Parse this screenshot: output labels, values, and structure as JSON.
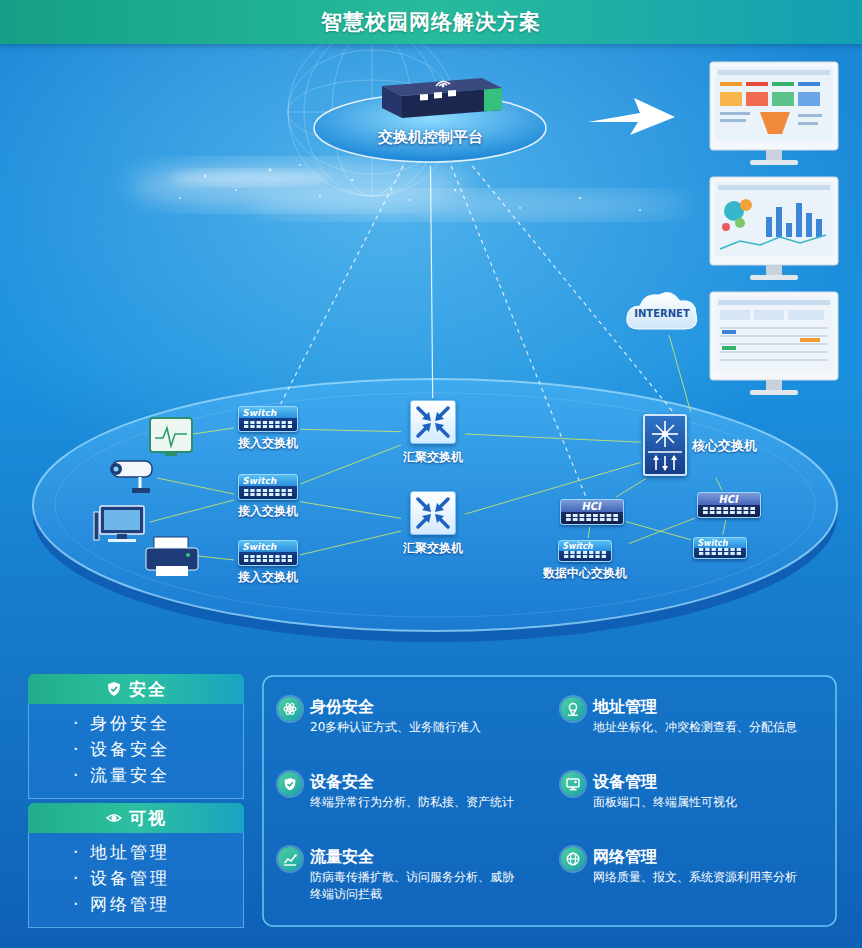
{
  "diagram": {
    "title": "智慧校园网络解决方案",
    "nodes": [
      {
        "text": [
          "交换机控制平台"
        ]
      },
      {
        "text": [
          "INTERNET"
        ]
      },
      {
        "text": [
          "Switch",
          "接入交换机"
        ]
      },
      {
        "text": [
          "汇聚交换机"
        ]
      },
      {
        "text": [
          "核心交换机"
        ]
      },
      {
        "text": [
          "Switch",
          "接入交换机"
        ]
      },
      {
        "text": [
          "汇聚交换机"
        ]
      },
      {
        "text": [
          "HCI"
        ]
      },
      {
        "text": [
          "HCI"
        ]
      },
      {
        "text": [
          "Switch",
          "接入交换机"
        ]
      },
      {
        "text": [
          "Switch",
          "数据中心交换机"
        ]
      },
      {
        "text": [
          "Switch"
        ]
      },
      {
        "text": [
          "安全",
          "· 身份安全",
          "· 设备安全",
          "· 流量安全"
        ]
      },
      {
        "text": [
          "可视",
          "· 地址管理",
          "· 设备管理",
          "· 网络管理"
        ]
      },
      {
        "text": [
          "身份安全",
          "20多种认证方式、业务随行准入"
        ]
      },
      {
        "text": [
          "地址管理",
          "地址坐标化、冲突检测查看、分配信息"
        ]
      },
      {
        "text": [
          "设备安全",
          "终端异常行为分析、防私接、资产统计"
        ]
      },
      {
        "text": [
          "设备管理",
          "面板端口、终端属性可视化"
        ]
      },
      {
        "text": [
          "流量安全",
          "防病毒传播扩散、访问服务分析、威胁终端访问拦截"
        ]
      },
      {
        "text": [
          "网络管理",
          "网络质量、报文、系统资源利用率分析"
        ]
      }
    ],
    "edges": [
      {
        "from": 0,
        "to": 2,
        "arrow": "none"
      },
      {
        "from": 0,
        "to": 3,
        "arrow": "none"
      },
      {
        "from": 0,
        "to": 4,
        "arrow": "none"
      },
      {
        "from": 0,
        "to": 7,
        "arrow": "none"
      },
      {
        "from": 2,
        "to": 3,
        "arrow": "none"
      },
      {
        "from": 5,
        "to": 3,
        "arrow": "none"
      },
      {
        "from": 5,
        "to": 6,
        "arrow": "none"
      },
      {
        "from": 9,
        "to": 6,
        "arrow": "none"
      },
      {
        "from": 3,
        "to": 4,
        "arrow": "none"
      },
      {
        "from": 6,
        "to": 4,
        "arrow": "none"
      },
      {
        "from": 4,
        "to": 1,
        "arrow": "none"
      },
      {
        "from": 4,
        "to": 7,
        "arrow": "none"
      },
      {
        "from": 4,
        "to": 8,
        "arrow": "none"
      },
      {
        "from": 7,
        "to": 10,
        "arrow": "none"
      },
      {
        "from": 7,
        "to": 11,
        "arrow": "none"
      },
      {
        "from": 8,
        "to": 11,
        "arrow": "none"
      },
      {
        "from": 8,
        "to": 10,
        "arrow": "none"
      }
    ]
  }
}
